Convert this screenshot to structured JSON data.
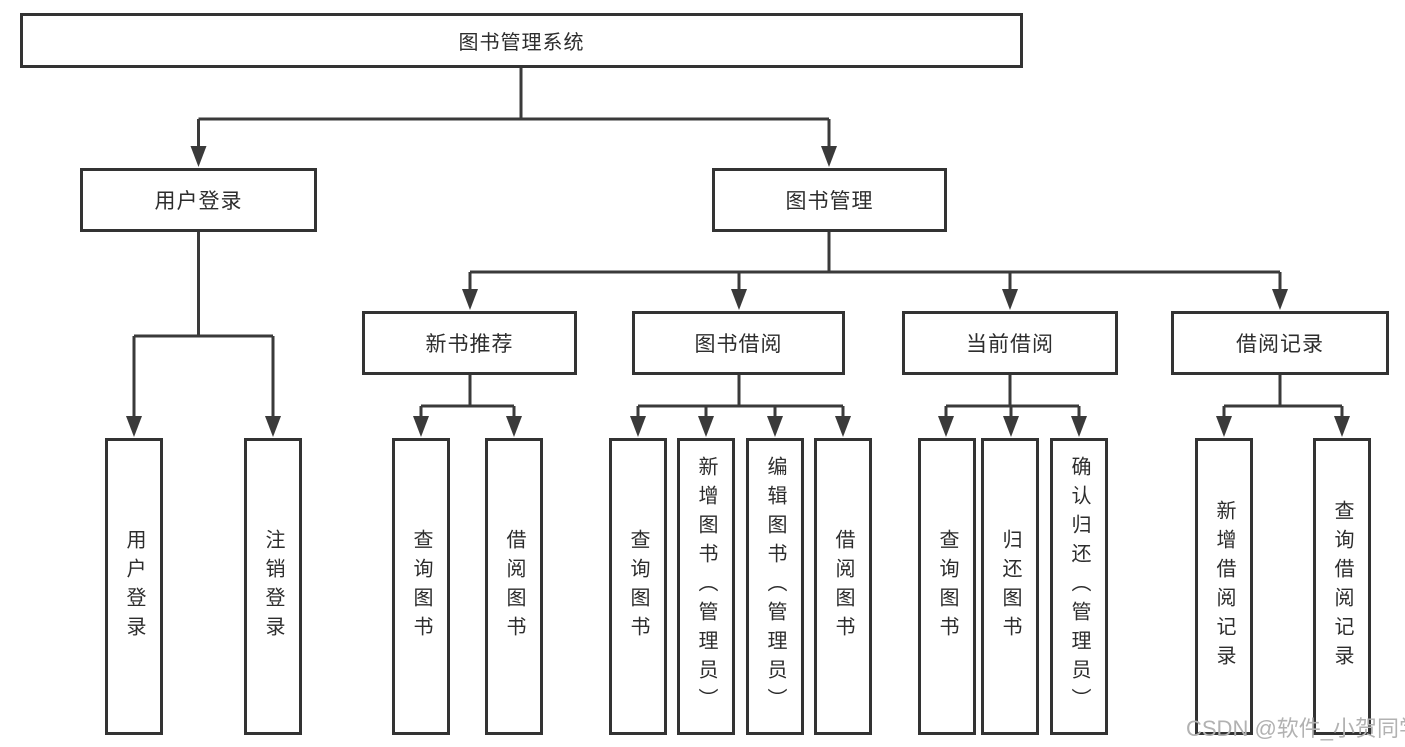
{
  "diagram": {
    "root": {
      "label": "图书管理系统"
    },
    "level2": [
      {
        "id": "user-login",
        "label": "用户登录"
      },
      {
        "id": "book-management",
        "label": "图书管理"
      }
    ],
    "level3": [
      {
        "id": "new-book-recommend",
        "label": "新书推荐"
      },
      {
        "id": "book-borrow",
        "label": "图书借阅"
      },
      {
        "id": "current-borrow",
        "label": "当前借阅"
      },
      {
        "id": "borrow-records",
        "label": "借阅记录"
      }
    ],
    "leaves": {
      "user_login": [
        "用户登录",
        "注销登录"
      ],
      "new_book_recommend": [
        "查询图书",
        "借阅图书"
      ],
      "book_borrow": [
        "查询图书",
        "新增图书（管理员）",
        "编辑图书（管理员）",
        "借阅图书"
      ],
      "current_borrow": [
        "查询图书",
        "归还图书",
        "确认归还（管理员）"
      ],
      "borrow_records": [
        "新增借阅记录",
        "查询借阅记录"
      ]
    },
    "watermark": "CSDN @软件_小贺同学",
    "colors": {
      "line": "#3a3a3a",
      "border": "#333333",
      "text": "#2d2d2d",
      "watermark": "#b2b2b2",
      "background": "#ffffff"
    }
  }
}
